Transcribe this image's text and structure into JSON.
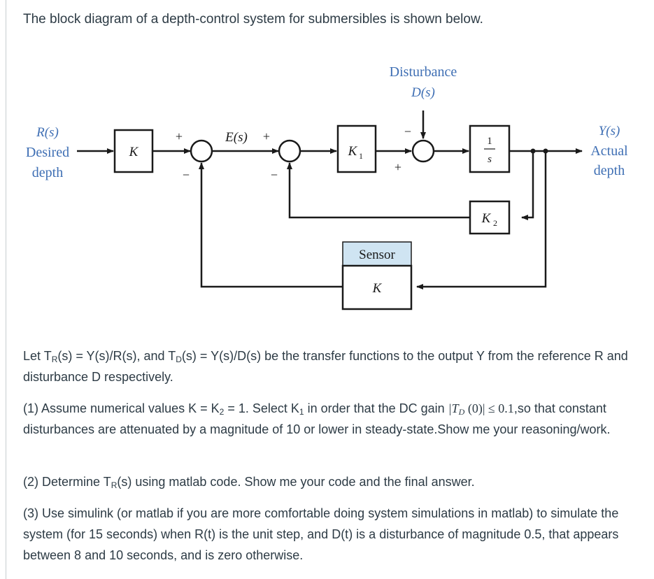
{
  "intro": "The block diagram of a depth-control system for submersibles is shown below.",
  "diagram": {
    "input": {
      "symbol": "R(s)",
      "line1": "Desired",
      "line2": "depth"
    },
    "output": {
      "symbol": "Y(s)",
      "line1": "Actual",
      "line2": "depth"
    },
    "disturbance": {
      "label": "Disturbance",
      "symbol": "D(s)"
    },
    "error_label": "E(s)",
    "blocks": {
      "gain_k": "K",
      "gain_k1": "K",
      "gain_k1_sub": "1",
      "integrator_num": "1",
      "integrator_den": "s",
      "gain_k2": "K",
      "gain_k2_sub": "2",
      "sensor_title": "Sensor",
      "sensor_gain": "K"
    },
    "signs": {
      "plus": "+",
      "minus": "−"
    }
  },
  "text": {
    "p1_a": "Let T",
    "p1_sub_r": "R",
    "p1_b": "(s) = Y(s)/R(s), and T",
    "p1_sub_d": "D",
    "p1_c": "(s) = Y(s)/D(s) be the transfer functions to the output Y from the reference R and disturbance D  respectively.",
    "q1_a": "(1) Assume numerical values  K = K",
    "q1_sub2": "2",
    "q1_b": " = 1. Select K",
    "q1_sub1": "1",
    "q1_c": " in order that the DC gain ",
    "q1_math": "|T",
    "q1_math_sub": "D",
    "q1_math_b": " (0)| ≤ 0.1",
    "q1_d": ",so that constant disturbances are attenuated by a magnitude of 10 or lower in steady-state.Show me your reasoning/work.",
    "q2_a": "(2) Determine T",
    "q2_sub": "R",
    "q2_b": "(s) using matlab code. Show me your code and the final answer.",
    "q3": "(3) Use simulink (or matlab if you are more comfortable doing system simulations in matlab) to simulate the system (for 15 seconds) when R(t) is the unit step, and D(t) is a disturbance of magnitude 0.5, that appears between 8 and 10 seconds, and is zero otherwise."
  }
}
